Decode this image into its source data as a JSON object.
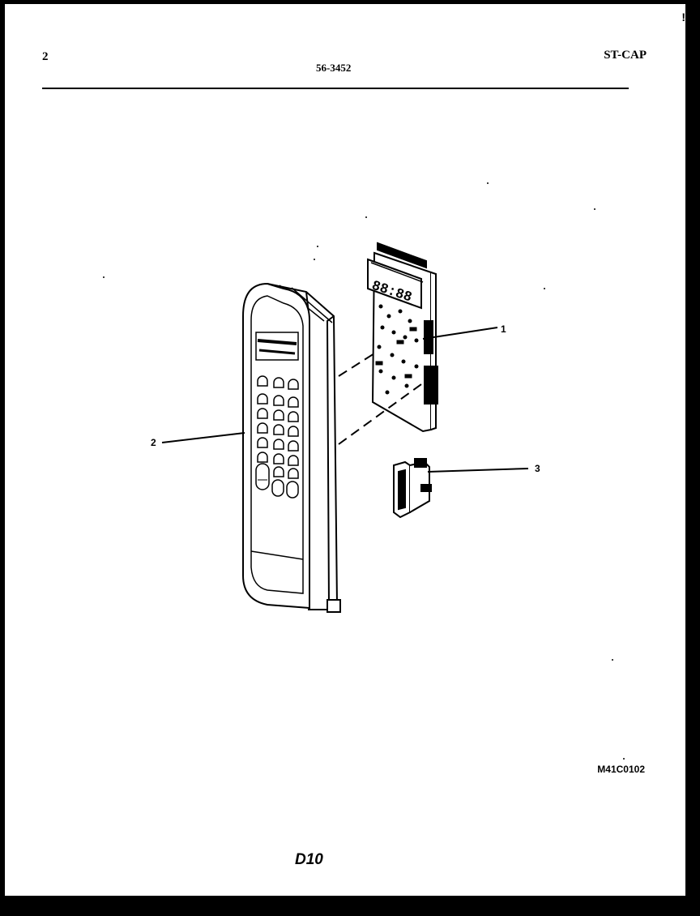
{
  "header": {
    "page_number": "2",
    "model_code": "56-3452",
    "brand_code": "ST-CAP",
    "corner_mark": "!"
  },
  "diagram": {
    "display_readout": "88:88",
    "callouts": [
      "1",
      "2",
      "3"
    ],
    "diagram_code": "M41C0102"
  },
  "footer": {
    "page_code": "D10"
  }
}
